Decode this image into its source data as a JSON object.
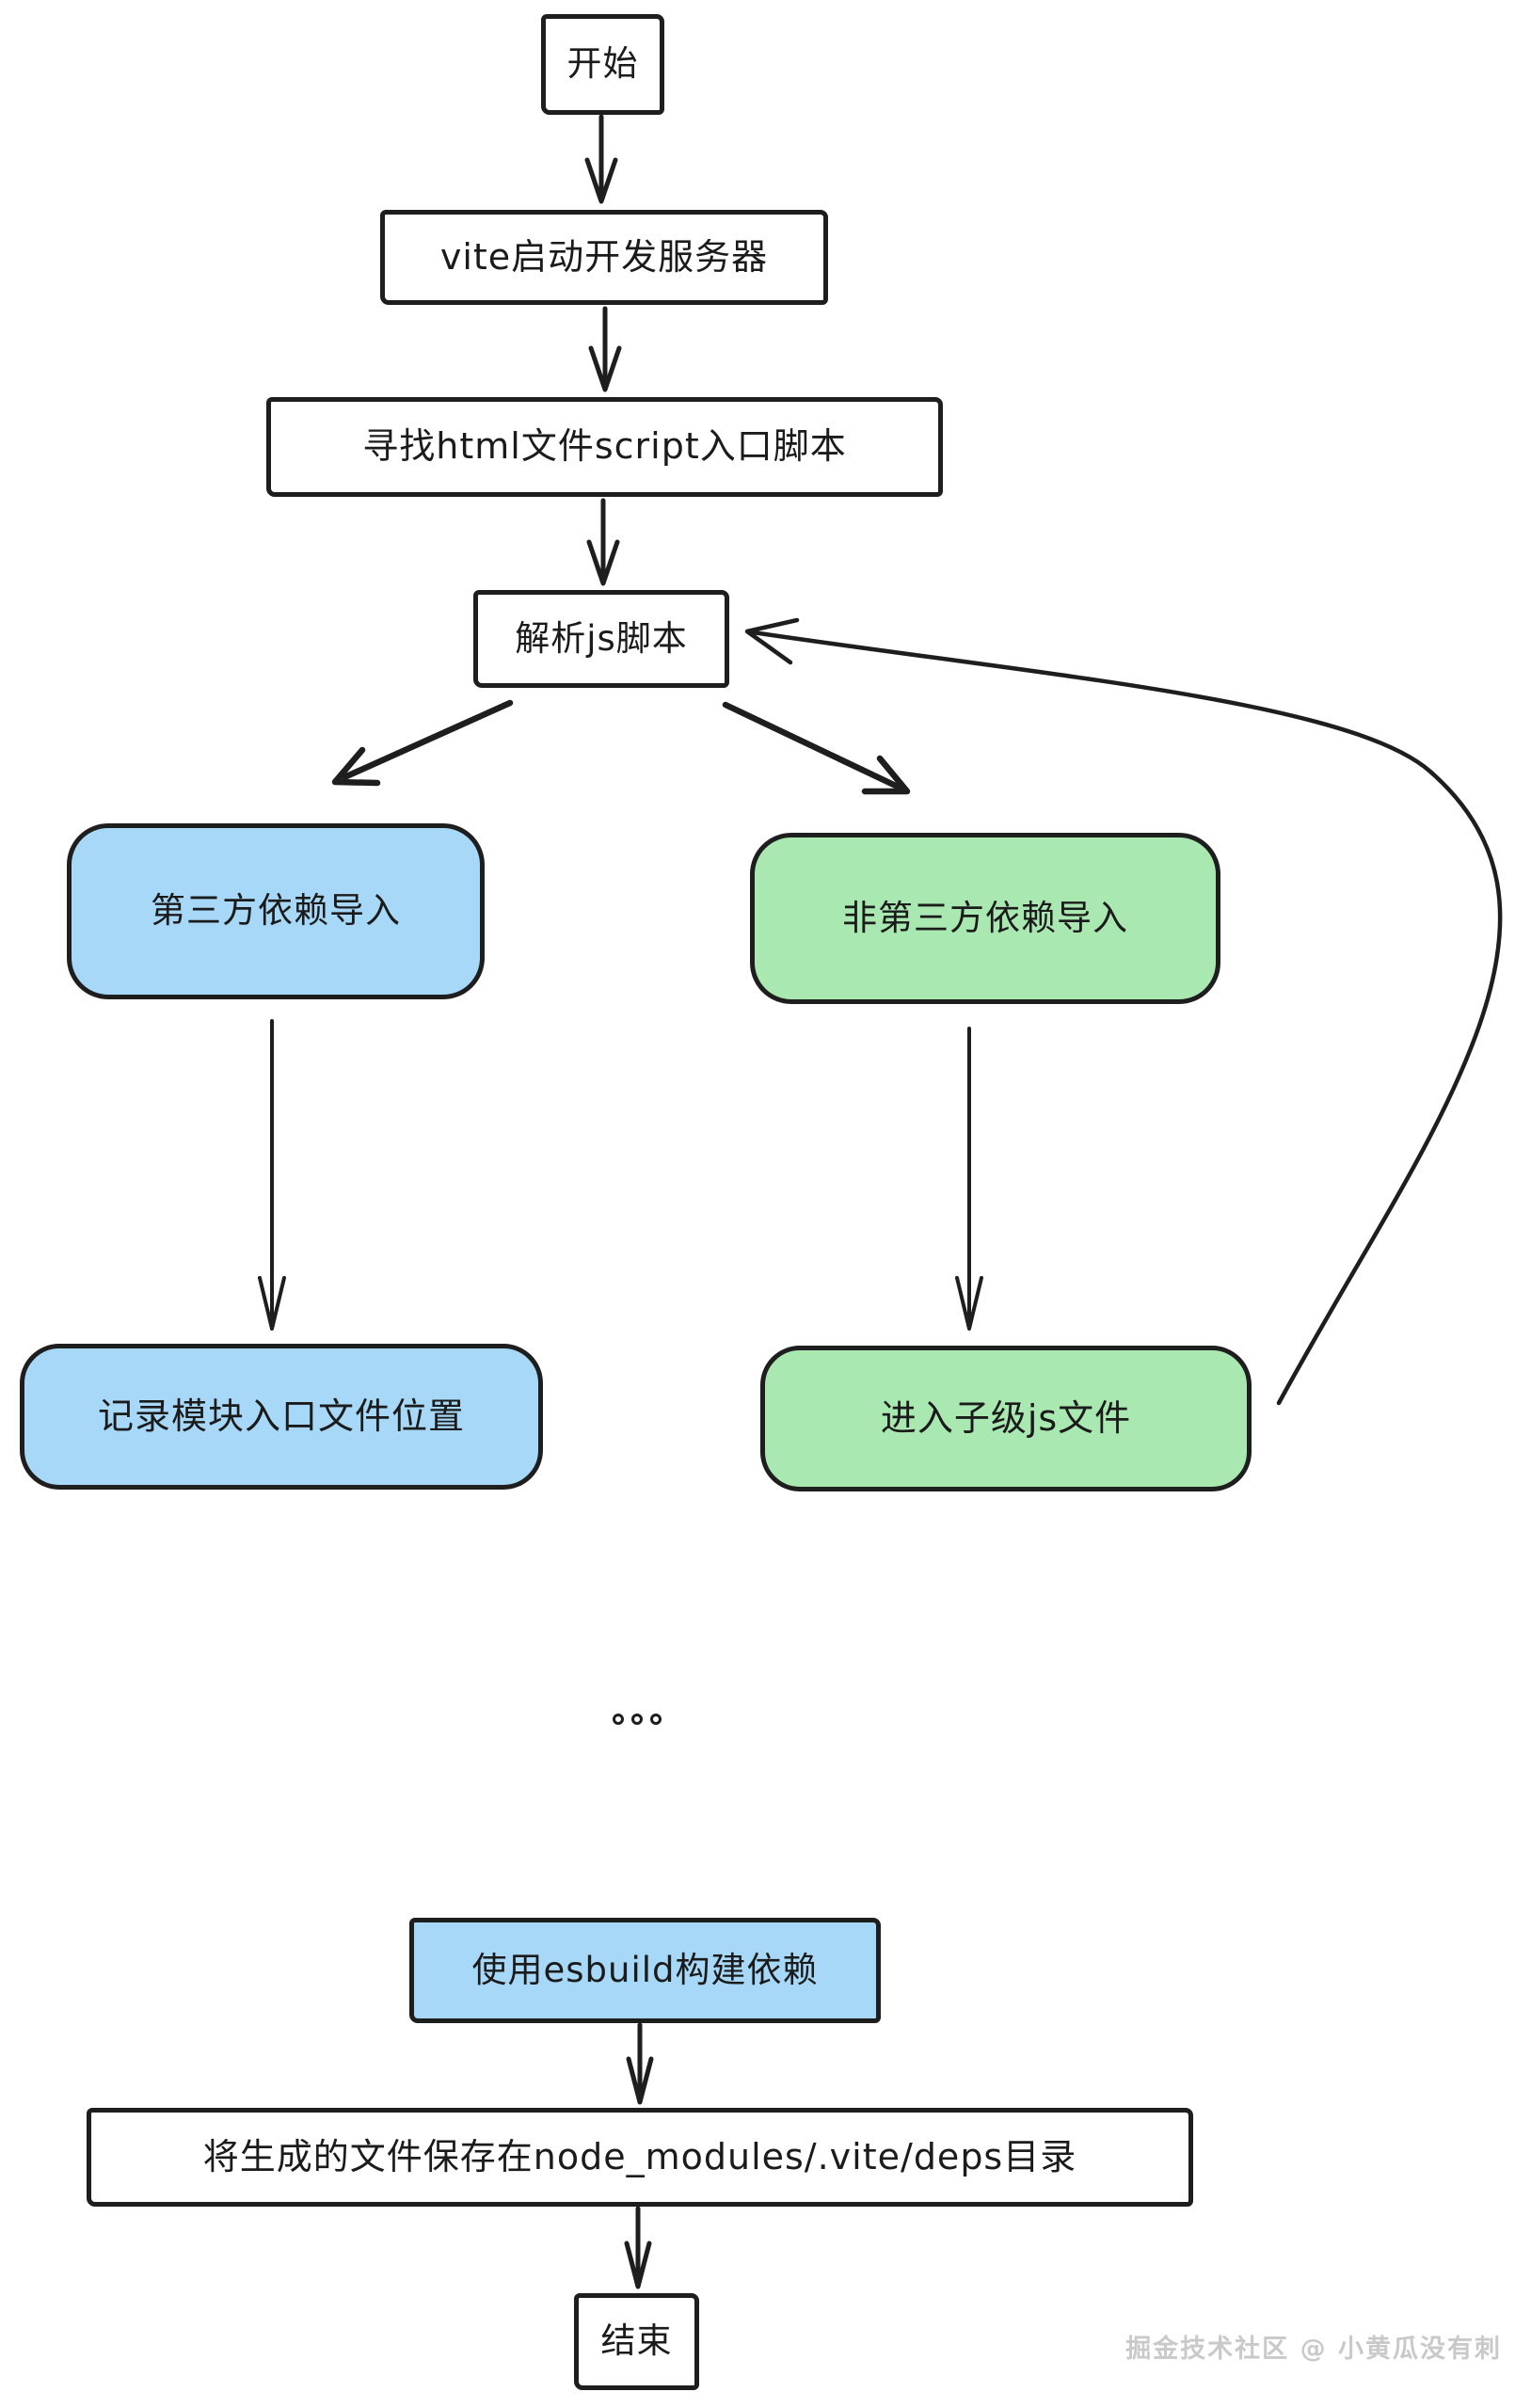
{
  "colors": {
    "ink": "#1e1e1e",
    "blue_fill": "#a7d8f8",
    "green_fill": "#aae8b2",
    "white_fill": "#ffffff",
    "watermark_gray": "#c9c9c9"
  },
  "nodes": {
    "start": "开始",
    "vite_server": "vite启动开发服务器",
    "find_entry": "寻找html文件script入口脚本",
    "parse_js": "解析js脚本",
    "third_party": "第三方依赖导入",
    "non_third_party": "非第三方依赖导入",
    "record_entry": "记录模块入口文件位置",
    "child_js": "进入子级js文件",
    "esbuild": "使用esbuild构建依赖",
    "save_deps": "将生成的文件保存在node_modules/.vite/deps目录",
    "end": "结束"
  },
  "watermark": "掘金技术社区 @ 小黄瓜没有刺"
}
